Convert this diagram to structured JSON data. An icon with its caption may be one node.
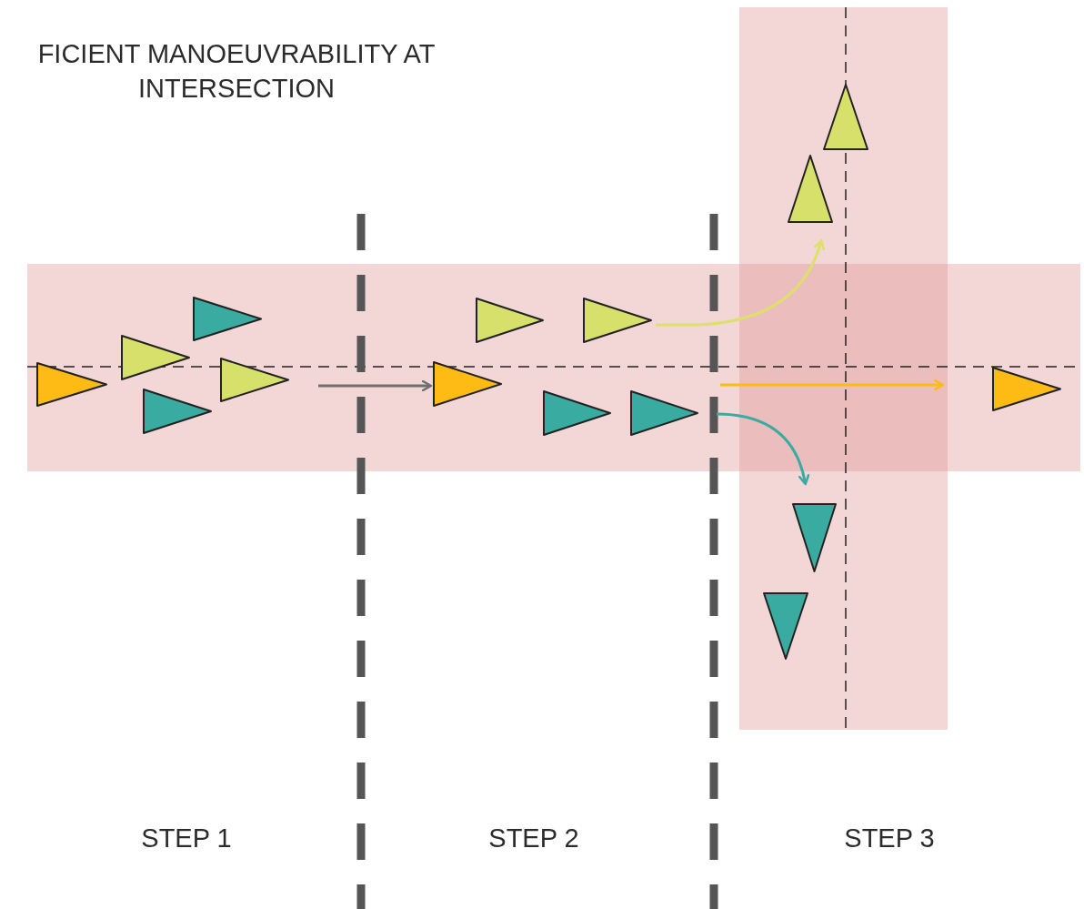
{
  "diagram": {
    "title": "FICIENT MANOEUVRABILITY AT INTERSECTION",
    "nodes": [
      {
        "text": [],
        "shape": "triangle"
      },
      {
        "text": [],
        "shape": "triangle"
      },
      {
        "text": [],
        "shape": "triangle"
      },
      {
        "text": [],
        "shape": "triangle"
      },
      {
        "text": [],
        "shape": "triangle"
      },
      {
        "text": [],
        "shape": "triangle"
      },
      {
        "text": [],
        "shape": "triangle"
      },
      {
        "text": [],
        "shape": "triangle"
      },
      {
        "text": [],
        "shape": "triangle"
      },
      {
        "text": [],
        "shape": "triangle"
      },
      {
        "text": [],
        "shape": "triangle"
      },
      {
        "text": [],
        "shape": "triangle"
      },
      {
        "text": [],
        "shape": "triangle"
      },
      {
        "text": [],
        "shape": "triangle"
      },
      {
        "text": [],
        "shape": "triangle"
      }
    ],
    "edges": [
      {
        "from": 4,
        "to": 5,
        "arrow": "to",
        "color": "#6f6f6f"
      },
      {
        "from": 8,
        "to": 10,
        "arrow": "to",
        "color": "#dde06a"
      },
      {
        "from": null,
        "to": 14,
        "arrow": "to",
        "color": "#fdbb13"
      },
      {
        "from": 9,
        "to": 12,
        "arrow": "to",
        "color": "#3aaba0"
      }
    ],
    "labels": [
      "STEP 1",
      "STEP 2",
      "STEP 3"
    ]
  }
}
